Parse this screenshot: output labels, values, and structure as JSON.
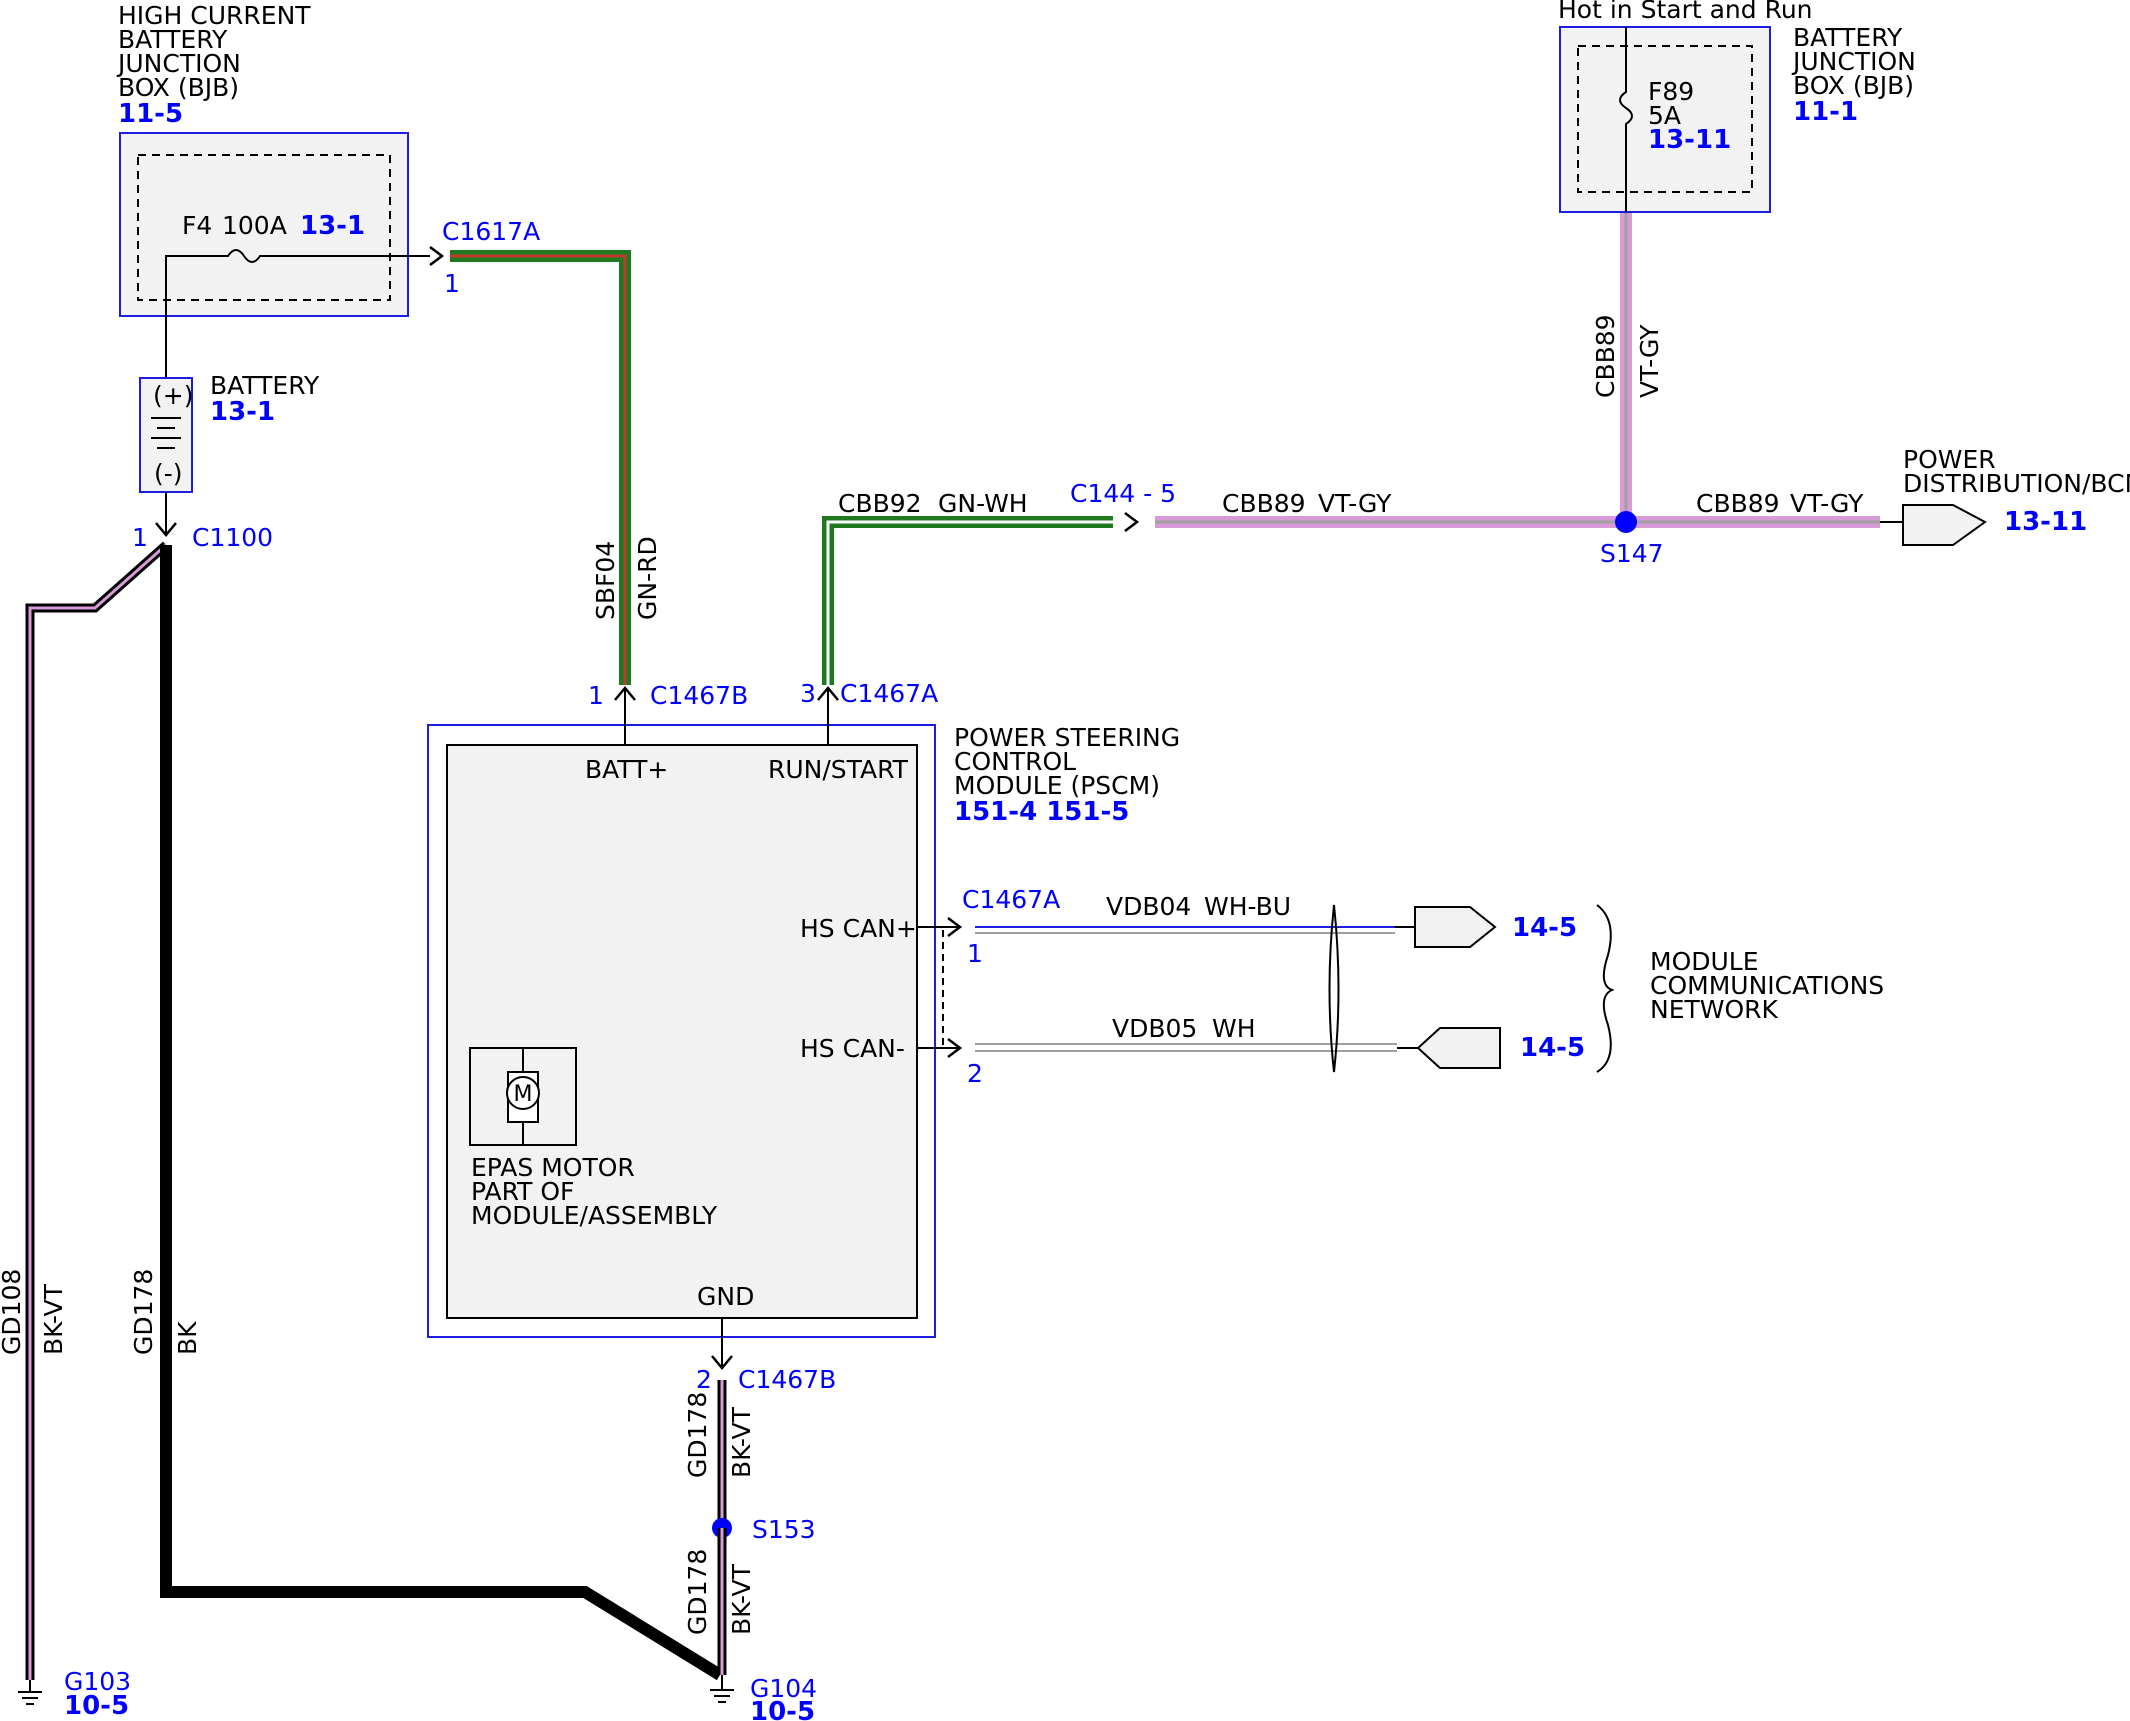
{
  "colors": {
    "wire_black": "#000000",
    "wire_green": "#1f7a1f",
    "wire_red": "#c0392b",
    "wire_violet": "#d89bd8",
    "wire_blue": "#1d1de0",
    "wire_gray": "#a0a0a0",
    "box_border": "#1d1de0",
    "box_fill": "#f2f2f2",
    "splice": "#0000ff",
    "connector_text": "#0000ff"
  },
  "components": {
    "hcbjb": {
      "title": [
        "HIGH CURRENT",
        "BATTERY",
        "JUNCTION",
        "BOX (BJB)"
      ],
      "ref": "11-5",
      "fuse_name": "F4",
      "fuse_rating": "100A",
      "fuse_ref": "13-1"
    },
    "bjb": {
      "header": "Hot in Start and Run",
      "title": [
        "BATTERY",
        "JUNCTION",
        "BOX (BJB)"
      ],
      "ref": "11-1",
      "fuse_name": "F89",
      "fuse_rating": "5A",
      "fuse_ref": "13-11"
    },
    "battery": {
      "title": "BATTERY",
      "ref": "13-1",
      "plus": "(+)",
      "minus": "(-)"
    },
    "pscm": {
      "title": [
        "POWER STEERING",
        "CONTROL",
        "MODULE (PSCM)"
      ],
      "refs": "151-4 151-5",
      "pins": {
        "batt": "BATT+",
        "run": "RUN/START",
        "canp": "HS CAN+",
        "canm": "HS CAN-",
        "gnd": "GND"
      },
      "motor_symbol": "M",
      "motor_label": [
        "EPAS MOTOR",
        "PART OF",
        "MODULE/ASSEMBLY"
      ]
    },
    "power_dist": {
      "title": [
        "POWER",
        "DISTRIBUTION/BCM"
      ],
      "ref": "13-11"
    },
    "mcn": {
      "title": [
        "MODULE",
        "COMMUNICATIONS",
        "NETWORK"
      ],
      "ref_plus": "14-5",
      "ref_minus": "14-5"
    }
  },
  "connectors": {
    "c1617a": {
      "name": "C1617A",
      "pin": "1"
    },
    "c1100": {
      "name": "C1100",
      "pin": "1"
    },
    "c1467b_batt": {
      "name": "C1467B",
      "pin": "1"
    },
    "c1467a_run": {
      "name": "C1467A",
      "pin": "3"
    },
    "c144": {
      "name": "C144 - 5"
    },
    "c1467a_can": {
      "name": "C1467A",
      "pin_plus": "1",
      "pin_minus": "2"
    },
    "c1467b_gnd": {
      "name": "C1467B",
      "pin": "2"
    }
  },
  "splices": {
    "s147": "S147",
    "s153": "S153"
  },
  "grounds": {
    "g103": {
      "name": "G103",
      "ref": "10-5"
    },
    "g104": {
      "name": "G104",
      "ref": "10-5"
    }
  },
  "wires": {
    "sbf04": {
      "circuit": "SBF04",
      "color": "GN-RD"
    },
    "cbb92": {
      "circuit": "CBB92",
      "color": "GN-WH"
    },
    "cbb89_vertical": {
      "circuit": "CBB89",
      "color": "VT-GY"
    },
    "cbb89_left": {
      "circuit": "CBB89",
      "color": "VT-GY"
    },
    "cbb89_right": {
      "circuit": "CBB89",
      "color": "VT-GY"
    },
    "vdb04": {
      "circuit": "VDB04",
      "color": "WH-BU"
    },
    "vdb05": {
      "circuit": "VDB05",
      "color": "WH"
    },
    "gd108": {
      "circuit": "GD108",
      "color": "BK-VT"
    },
    "gd178_main": {
      "circuit": "GD178",
      "color": "BK"
    },
    "gd178_upper": {
      "circuit": "GD178",
      "color": "BK-VT"
    },
    "gd178_lower": {
      "circuit": "GD178",
      "color": "BK-VT"
    }
  }
}
